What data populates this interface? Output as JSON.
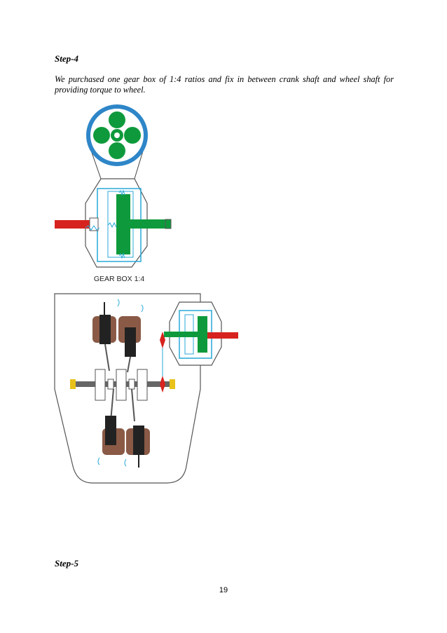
{
  "step4_heading": "Step-4",
  "paragraph_line1": "We purchased one gear box of 1:4 ratios and fix in between crank shaft and wheel shaft for",
  "paragraph_line2": "providing torque to wheel.",
  "figure_caption": "GEAR BOX 1:4",
  "step5_heading": "Step-5",
  "page_number": "19",
  "colors": {
    "gear_green": "#0e9a3c",
    "ring_blue": "#2e86c8",
    "outline_cyan": "#29a9d8",
    "shaft_red": "#d7231f",
    "motor_brown": "#8a5a46",
    "body_outline": "#555555"
  }
}
